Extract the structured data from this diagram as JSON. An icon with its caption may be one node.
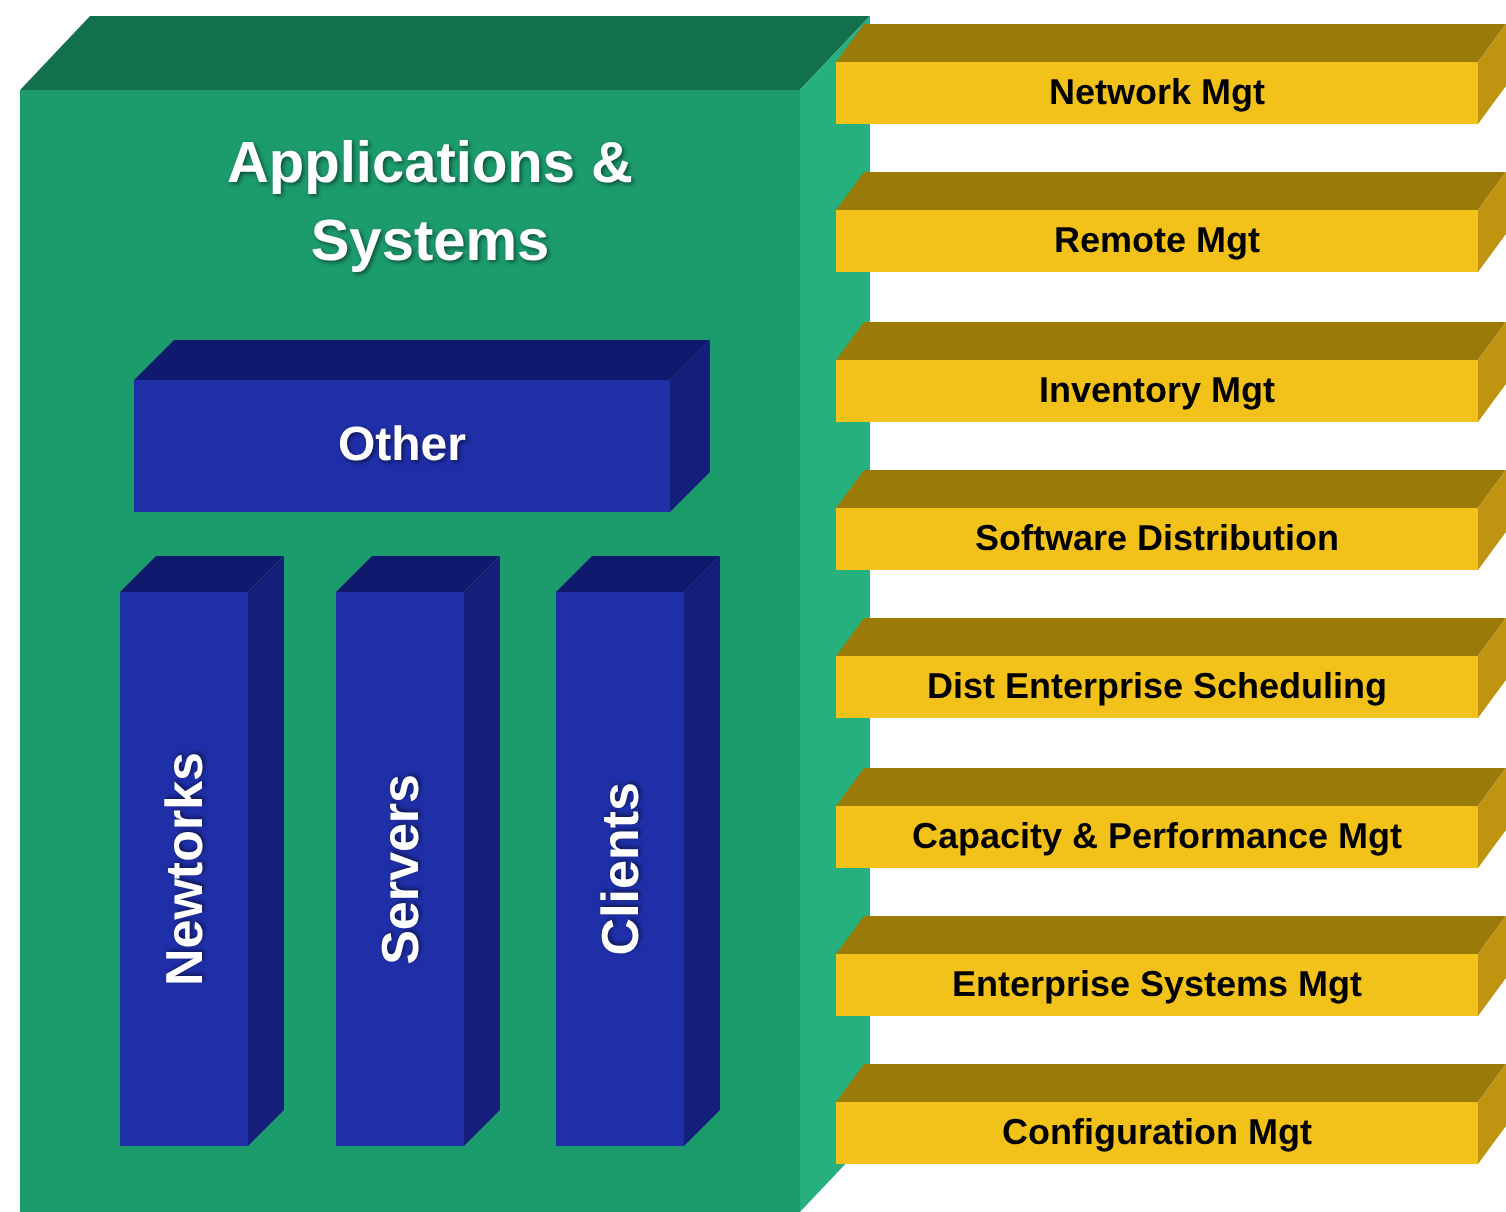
{
  "diagram": {
    "nodes": [
      {
        "text": [
          "Applications & Systems"
        ]
      },
      {
        "text": [
          "Other"
        ],
        "in": 0
      },
      {
        "text": [
          "Newtorks"
        ],
        "in": 0
      },
      {
        "text": [
          "Servers"
        ],
        "in": 0
      },
      {
        "text": [
          "Clients"
        ],
        "in": 0
      },
      {
        "text": [
          "Network Mgt"
        ]
      },
      {
        "text": [
          "Remote Mgt"
        ]
      },
      {
        "text": [
          "Inventory Mgt"
        ]
      },
      {
        "text": [
          "Software Distribution"
        ]
      },
      {
        "text": [
          "Dist Enterprise Scheduling"
        ]
      },
      {
        "text": [
          "Capacity & Performance Mgt"
        ]
      },
      {
        "text": [
          "Enterprise Systems Mgt"
        ]
      },
      {
        "text": [
          "Configuration Mgt"
        ]
      }
    ]
  }
}
